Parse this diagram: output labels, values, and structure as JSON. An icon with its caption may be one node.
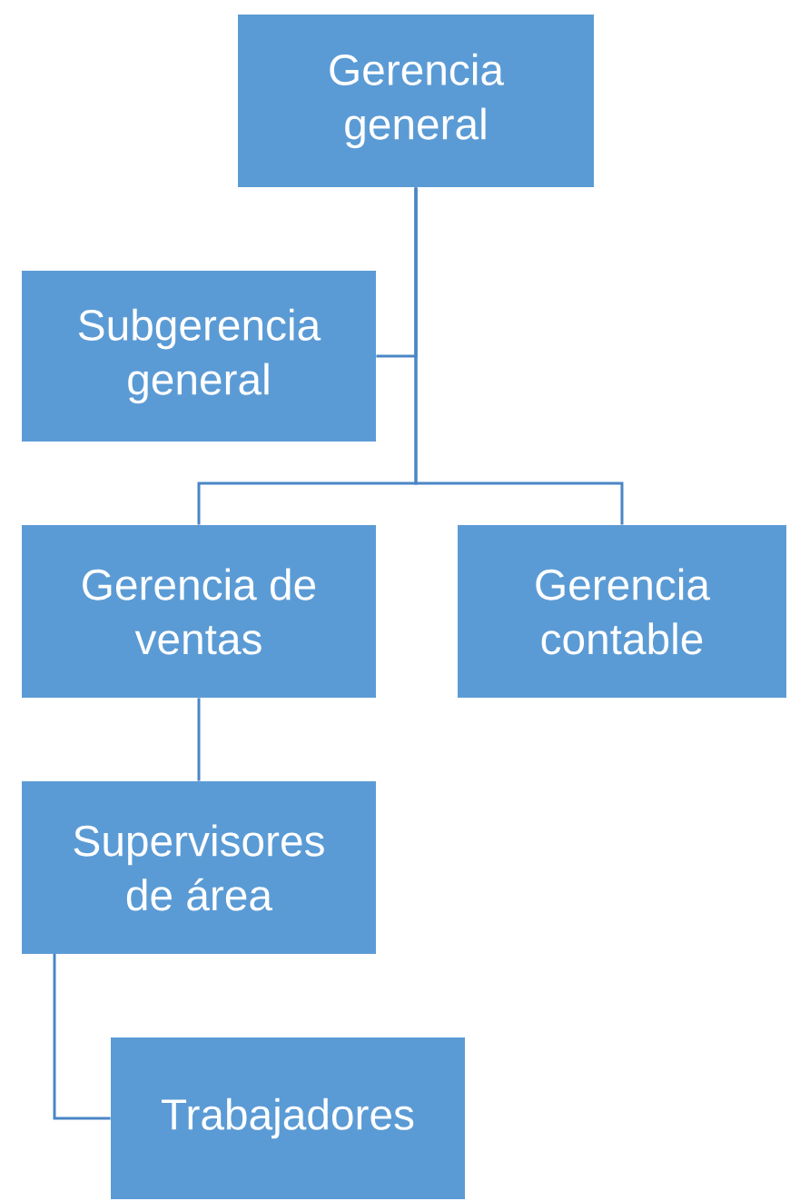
{
  "diagram": {
    "nodes": [
      {
        "text": [
          "Gerencia general"
        ]
      },
      {
        "text": [
          "Subgerencia general"
        ]
      },
      {
        "text": [
          "Gerencia de ventas"
        ]
      },
      {
        "text": [
          "Gerencia contable"
        ]
      },
      {
        "text": [
          "Supervisores de área"
        ]
      },
      {
        "text": [
          "Trabajadores"
        ]
      }
    ],
    "edges": [
      {
        "from": 0,
        "to": 1,
        "arrow": "none"
      },
      {
        "from": 0,
        "to": 2,
        "arrow": "none"
      },
      {
        "from": 0,
        "to": 3,
        "arrow": "none"
      },
      {
        "from": 2,
        "to": 4,
        "arrow": "none"
      },
      {
        "from": 4,
        "to": 5,
        "arrow": "none"
      }
    ]
  }
}
